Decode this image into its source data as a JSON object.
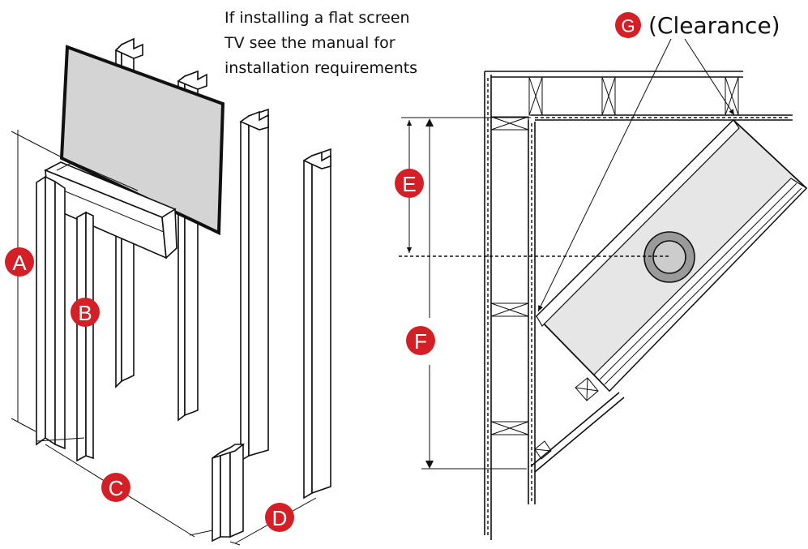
{
  "note": {
    "lines": [
      "If installing a flat screen",
      "TV see the manual for",
      "installation requirements"
    ]
  },
  "clearance_label": "(Clearance)",
  "badges": {
    "a": "A",
    "b": "B",
    "c": "C",
    "d": "D",
    "e": "E",
    "f": "F",
    "g": "G"
  },
  "colors": {
    "badge_red": "#d51f26",
    "tv_screen": "#d4d4d4",
    "fireplace_body": "#e6e6e6",
    "flue_ring": "#9a9a9a"
  }
}
